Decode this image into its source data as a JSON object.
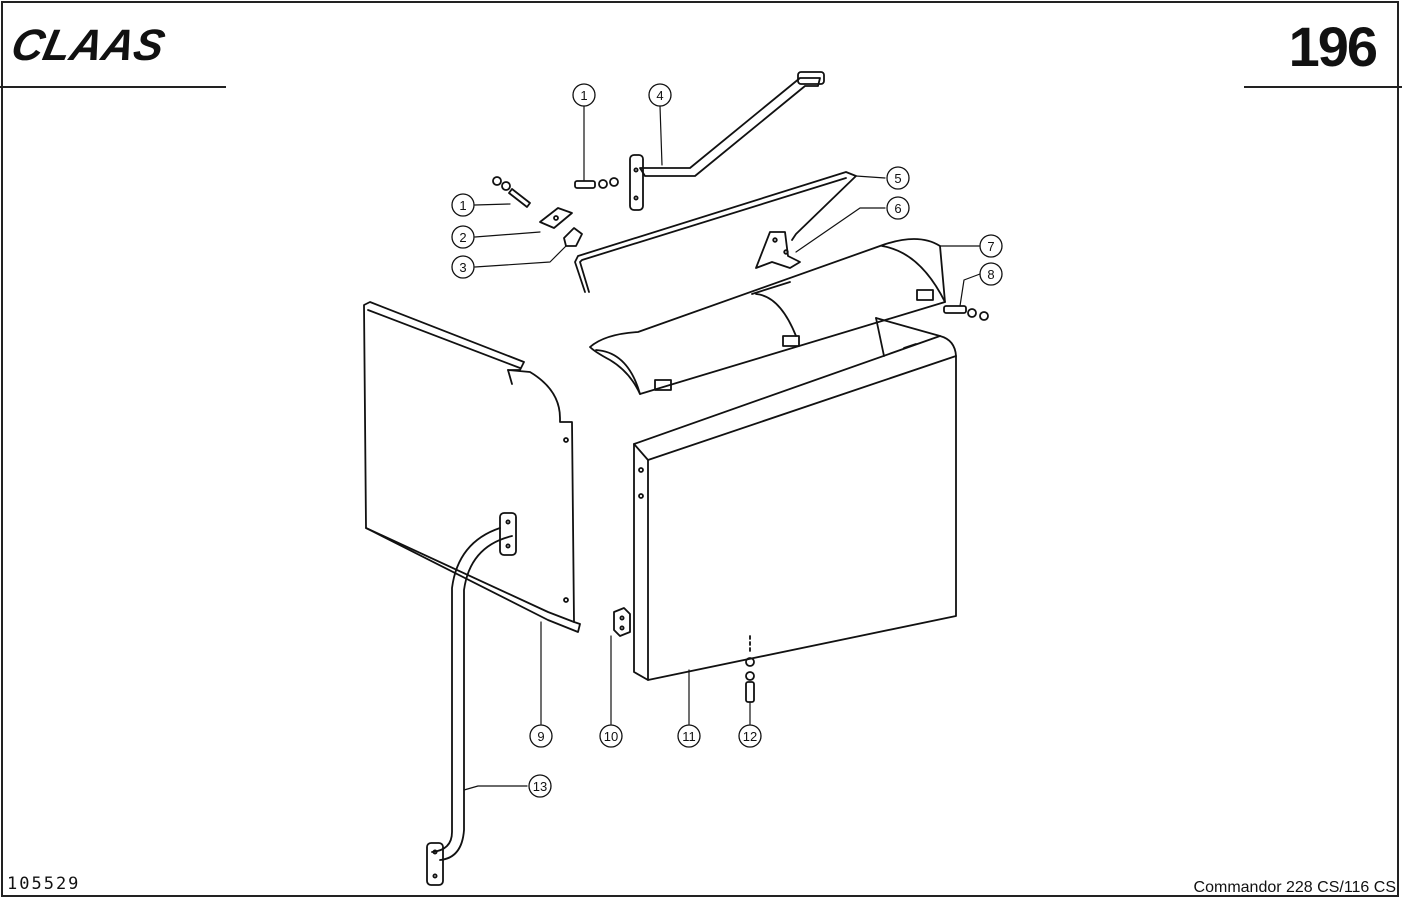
{
  "brand": {
    "logo": "CLAAS"
  },
  "page_number": "196",
  "document_code": "105529",
  "model": "Commandor 228 CS/116 CS",
  "callouts": [
    {
      "label": "1",
      "part": "bolt"
    },
    {
      "label": "4",
      "part": "support-arm"
    },
    {
      "label": "1",
      "part": "bolt"
    },
    {
      "label": "5",
      "part": "rod"
    },
    {
      "label": "6",
      "part": "bracket"
    },
    {
      "label": "2",
      "part": "plate"
    },
    {
      "label": "3",
      "part": "clip"
    },
    {
      "label": "7",
      "part": "top-cover"
    },
    {
      "label": "8",
      "part": "bolt"
    },
    {
      "label": "9",
      "part": "side-panel"
    },
    {
      "label": "10",
      "part": "latch"
    },
    {
      "label": "11",
      "part": "front-panel"
    },
    {
      "label": "12",
      "part": "bolt"
    },
    {
      "label": "13",
      "part": "handle-tube"
    }
  ]
}
